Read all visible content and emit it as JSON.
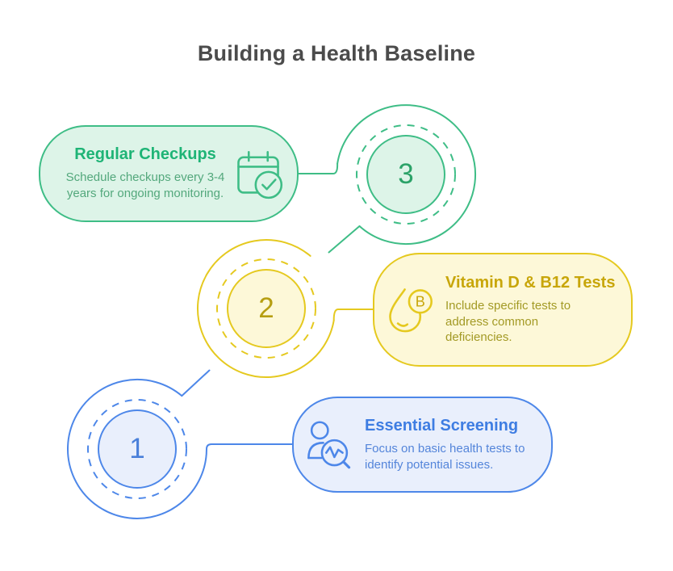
{
  "title": "Building a Health Baseline",
  "steps": [
    {
      "number": "1",
      "title": "Essential Screening",
      "body": "Focus on basic health tests to\nidentify potential issues.",
      "icon": "person-screening-icon",
      "color": "#4d87e9",
      "fill": "#e9effc",
      "title_color": "#3e7de2",
      "body_color": "#5485da"
    },
    {
      "number": "2",
      "title": "Vitamin D & B12 Tests",
      "body": "Include specific tests to\naddress common\ndeficiencies.",
      "icon": "vitamin-drop-icon",
      "badge_letter": "B",
      "color": "#e5c91f",
      "fill": "#fdf8d8",
      "title_color": "#c8a60a",
      "body_color": "#a39a25"
    },
    {
      "number": "3",
      "title": "Regular Checkups",
      "body": "Schedule checkups every 3-4\nyears for ongoing monitoring.",
      "icon": "calendar-check-icon",
      "color": "#3ebd86",
      "fill": "#ddf4e8",
      "title_color": "#1eb476",
      "body_color": "#53a87c"
    }
  ],
  "colors": {
    "page_title": "#4b4b4b",
    "background": "#ffffff"
  }
}
